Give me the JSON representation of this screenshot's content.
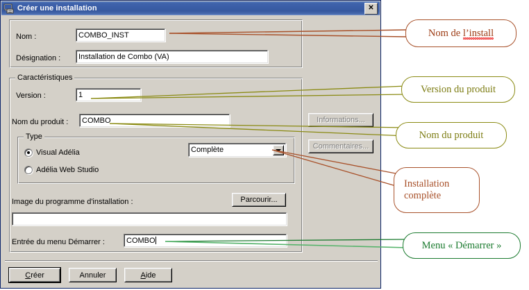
{
  "window": {
    "title": "Créer une installation",
    "icon": "installer-window-icon",
    "close_label": "✕"
  },
  "form": {
    "nom_label": "Nom :",
    "nom_value": "COMBO_INST",
    "designation_label": "Désignation :",
    "designation_value": "Installation de Combo (VA)",
    "caracteristiques_group": "Caractéristiques",
    "version_label": "Version :",
    "version_value": "1",
    "nom_produit_label": "Nom du produit :",
    "nom_produit_value": "COMBO",
    "informations_button": "Informations...",
    "commentaires_button": "Commentaires...",
    "type_group": "Type",
    "radio_visual_adelia": "Visual Adélia",
    "radio_adelia_web_studio": "Adélia Web Studio",
    "radio_selected": "Visual Adélia",
    "install_type_value": "Complète",
    "image_programme_label": "Image du programme d'installation :",
    "parcourir_button": "Parcourir...",
    "image_programme_value": "",
    "entree_menu_label": "Entrée du menu Démarrer :",
    "entree_menu_value": "COMBO"
  },
  "buttons": {
    "creer": "Créer",
    "annuler": "Annuler",
    "aide": "Aide"
  },
  "annotations": [
    {
      "id": "nom-install",
      "text": "Nom de l’install",
      "color": "#9c3a12",
      "spell_part": "l’install",
      "plain_part": "Nom de "
    },
    {
      "id": "version",
      "text": "Version du produit",
      "color": "#8a8a12"
    },
    {
      "id": "nom-produit",
      "text": "Nom du produit",
      "color": "#8a8a12"
    },
    {
      "id": "installation",
      "line1": "Installation",
      "line2": "complète",
      "color": "#a8512a"
    },
    {
      "id": "menu-demarrer",
      "text": "Menu « Démarrer »",
      "color": "#1a7a2e"
    }
  ],
  "colors": {
    "dialog_face": "#d4d0c8",
    "titlebar_blue": "#3a5da6",
    "annotation_red": "#9c3a12",
    "annotation_olive": "#8a8a12",
    "annotation_orange": "#a8512a",
    "annotation_green": "#1a7a2e"
  }
}
